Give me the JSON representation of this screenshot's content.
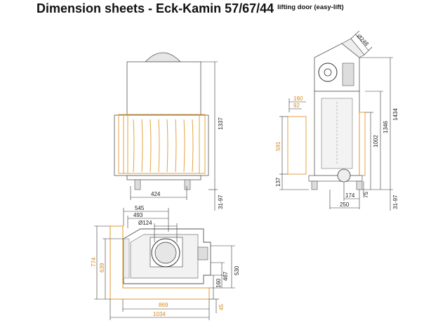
{
  "header": {
    "title": "Dimension sheets - Eck-Kamin 57/67/44",
    "subtitle": "lifting door (easy-lift)"
  },
  "colors": {
    "outline": "#555555",
    "orange": "#e09a2e",
    "dimension": "#333333",
    "body_fill": "#e6e6e6"
  },
  "front_view": {
    "dim_width": "424",
    "dim_height": "1337",
    "dim_base": "31-97"
  },
  "side_view": {
    "dim_flue": "Ø248",
    "dim_160": "160",
    "dim_92": "92",
    "dim_591": "591",
    "dim_137": "137",
    "dim_1434": "1434",
    "dim_1346": "1346",
    "dim_1002": "1002",
    "dim_75": "75",
    "dim_174": "174",
    "dim_250": "250",
    "dim_base": "31-97"
  },
  "plan_view": {
    "dim_545": "545",
    "dim_493": "493",
    "dim_124": "Ø124",
    "dim_774": "774",
    "dim_639": "639",
    "dim_467": "467",
    "dim_530": "530",
    "dim_160": "160",
    "dim_869": "869",
    "dim_1034": "1034",
    "dim_45": "45"
  }
}
